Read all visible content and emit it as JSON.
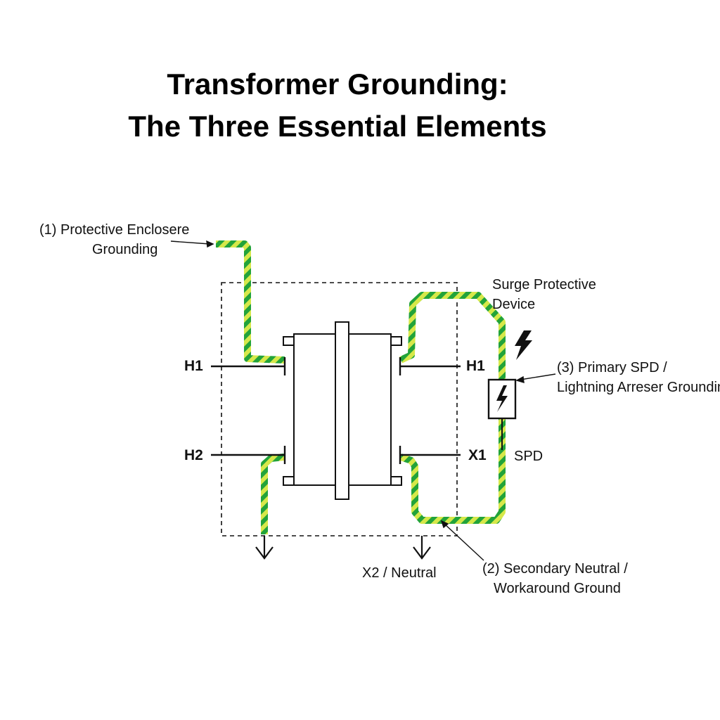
{
  "title": {
    "line1": "Transformer Grounding:",
    "line2": "The Three Essential Elements"
  },
  "labels": {
    "enclosure": {
      "line1": "(1) Protective Enclosere",
      "line2": "Grounding"
    },
    "surge": {
      "line1": "Surge Protective",
      "line2": "Device"
    },
    "primary_spd": {
      "line1": "(3) Primary SPD /",
      "line2": "Lightning Arreser Grounding"
    },
    "spd": "SPD",
    "secondary": {
      "line1": "(2) Secondary Neutral /",
      "line2": "Workaround Ground"
    },
    "x2_neutral": "X2 / Neutral"
  },
  "terminals": {
    "h1_left": "H1",
    "h2_left": "H2",
    "h1_right": "H1",
    "x1_right": "X1"
  },
  "icons": [
    "lightning-bolt-icon",
    "ground-arrow-icon"
  ],
  "colors": {
    "ground_green": "#22a33a",
    "ground_yellow": "#d6e84a",
    "line": "#111111"
  }
}
